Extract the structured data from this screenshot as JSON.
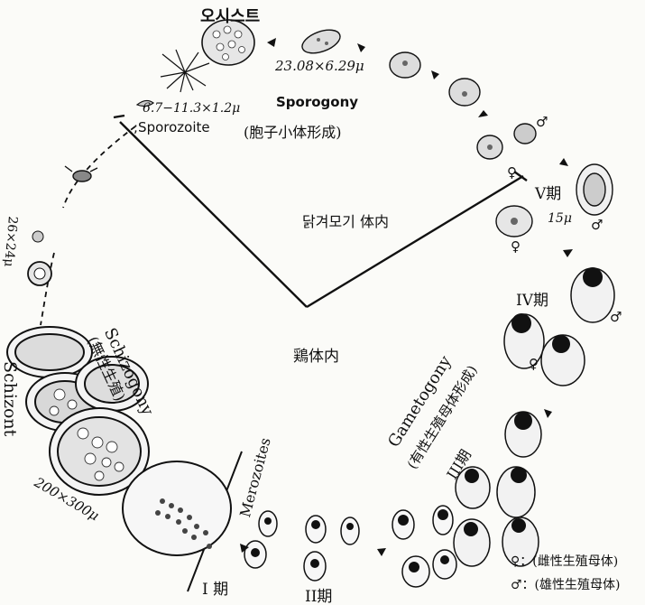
{
  "labels": {
    "oocyst": "오시스트",
    "oocyst_size": "23.08×6.29μ",
    "sporozoite_size": "6.7−11.3×1.2μ",
    "sporozoite": ";Sporozoite",
    "sporogony": "Sporogony",
    "sporogony_sub": "(胞子小体形成)",
    "mosquito_inside": "닭겨모기 体内",
    "chicken_inside": "鶏体内",
    "schizogony": "Schizogony",
    "schizogony_sub": "(無性生殖)",
    "schizont": "Schizont",
    "schizont_size": "200×300μ",
    "merozoites": "Merozoites",
    "early_size": "26×24μ",
    "gametogony": "Gametogony",
    "gametogony_sub": "(有性生殖母体形成)",
    "stage_1": "I 期",
    "stage_2": "II期",
    "stage_3": "III期",
    "stage_4": "IV期",
    "stage_5": "V期",
    "size_15": "15μ",
    "female_sign": "♀",
    "male_sign": "♂",
    "legend_female": "♀：(雌性生殖母体)",
    "legend_male": "♂：(雄性生殖母体)"
  }
}
